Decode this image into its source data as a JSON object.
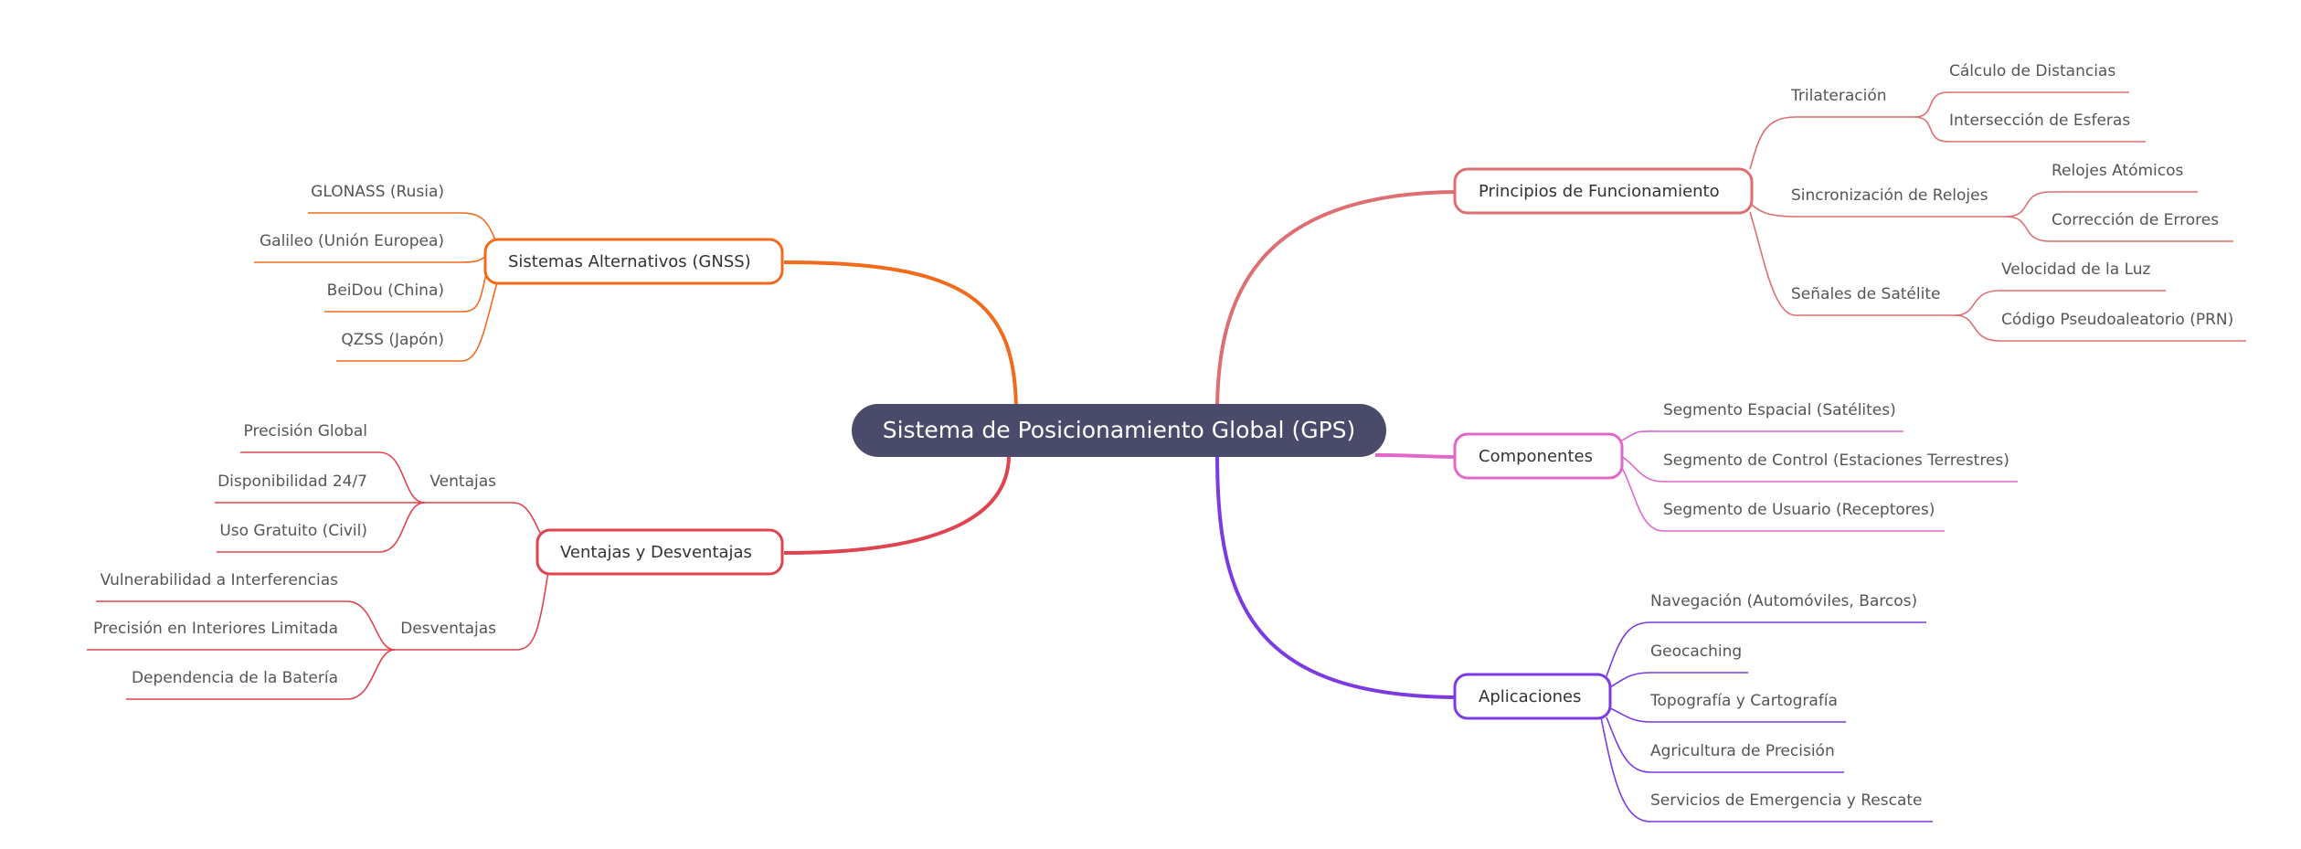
{
  "root": {
    "label": "Sistema de Posicionamiento Global (GPS)",
    "color": "#4a4b6a"
  },
  "branches": [
    {
      "label": "Principios de Funcionamiento",
      "color": "#dd6e72",
      "children": [
        {
          "label": "Trilateración",
          "children": [
            {
              "label": "Cálculo de Distancias"
            },
            {
              "label": "Intersección de Esferas"
            }
          ]
        },
        {
          "label": "Sincronización de Relojes",
          "children": [
            {
              "label": "Relojes Atómicos"
            },
            {
              "label": "Corrección de Errores"
            }
          ]
        },
        {
          "label": "Señales de Satélite",
          "children": [
            {
              "label": "Velocidad de la Luz"
            },
            {
              "label": "Código Pseudoaleatorio (PRN)"
            }
          ]
        }
      ]
    },
    {
      "label": "Componentes",
      "color": "#e267c8",
      "children": [
        {
          "label": "Segmento Espacial (Satélites)"
        },
        {
          "label": "Segmento de Control (Estaciones Terrestres)"
        },
        {
          "label": "Segmento de Usuario (Receptores)"
        }
      ]
    },
    {
      "label": "Aplicaciones",
      "color": "#7b3be0",
      "children": [
        {
          "label": "Navegación (Automóviles, Barcos)"
        },
        {
          "label": "Geocaching"
        },
        {
          "label": "Topografía y Cartografía"
        },
        {
          "label": "Agricultura de Precisión"
        },
        {
          "label": "Servicios de Emergencia y Rescate"
        }
      ]
    },
    {
      "label": "Sistemas Alternativos (GNSS)",
      "color": "#f26a1c",
      "children": [
        {
          "label": "GLONASS (Rusia)"
        },
        {
          "label": "Galileo (Unión Europea)"
        },
        {
          "label": "BeiDou (China)"
        },
        {
          "label": "QZSS (Japón)"
        }
      ]
    },
    {
      "label": "Ventajas y Desventajas",
      "color": "#e0434e",
      "children": [
        {
          "label": "Ventajas",
          "children": [
            {
              "label": "Precisión Global"
            },
            {
              "label": "Disponibilidad 24/7"
            },
            {
              "label": "Uso Gratuito (Civil)"
            }
          ]
        },
        {
          "label": "Desventajas",
          "children": [
            {
              "label": "Vulnerabilidad a Interferencias"
            },
            {
              "label": "Precisión en Interiores Limitada"
            },
            {
              "label": "Dependencia de la Batería"
            }
          ]
        }
      ]
    }
  ]
}
